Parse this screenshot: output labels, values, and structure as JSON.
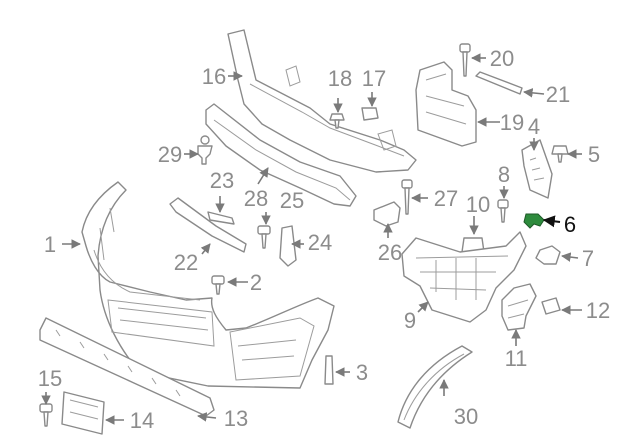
{
  "diagram": {
    "highlight_color": "#2e8b3d",
    "callouts": [
      {
        "id": "c1",
        "label": "1"
      },
      {
        "id": "c2",
        "label": "2"
      },
      {
        "id": "c3",
        "label": "3"
      },
      {
        "id": "c4",
        "label": "4"
      },
      {
        "id": "c5",
        "label": "5"
      },
      {
        "id": "c6",
        "label": "6",
        "highlighted": true
      },
      {
        "id": "c7",
        "label": "7"
      },
      {
        "id": "c8",
        "label": "8"
      },
      {
        "id": "c9",
        "label": "9"
      },
      {
        "id": "c10",
        "label": "10"
      },
      {
        "id": "c11",
        "label": "11"
      },
      {
        "id": "c12",
        "label": "12"
      },
      {
        "id": "c13",
        "label": "13"
      },
      {
        "id": "c14",
        "label": "14"
      },
      {
        "id": "c15",
        "label": "15"
      },
      {
        "id": "c16",
        "label": "16"
      },
      {
        "id": "c17",
        "label": "17"
      },
      {
        "id": "c18",
        "label": "18"
      },
      {
        "id": "c19",
        "label": "19"
      },
      {
        "id": "c20",
        "label": "20"
      },
      {
        "id": "c21",
        "label": "21"
      },
      {
        "id": "c22",
        "label": "22"
      },
      {
        "id": "c23",
        "label": "23"
      },
      {
        "id": "c24",
        "label": "24"
      },
      {
        "id": "c25",
        "label": "25"
      },
      {
        "id": "c26",
        "label": "26"
      },
      {
        "id": "c27",
        "label": "27"
      },
      {
        "id": "c28",
        "label": "28"
      },
      {
        "id": "c29",
        "label": "29"
      },
      {
        "id": "c30",
        "label": "30"
      }
    ]
  }
}
